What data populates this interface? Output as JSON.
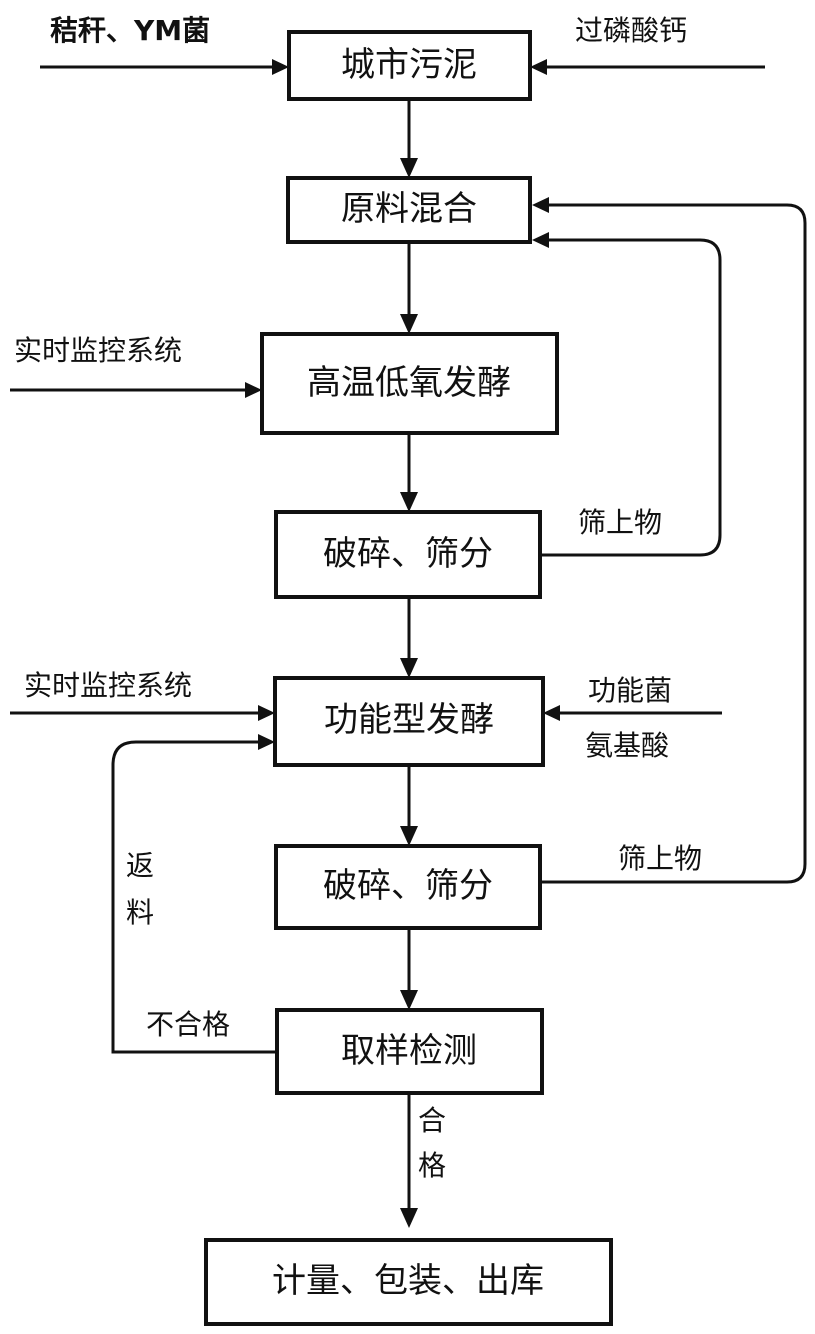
{
  "nodes": {
    "sludge": "城市污泥",
    "mix": "原料混合",
    "ferment1": "高温低氧发酵",
    "crush1": "破碎、筛分",
    "ferment2": "功能型发酵",
    "crush2": "破碎、筛分",
    "sample": "取样检测",
    "output": "计量、包装、出库"
  },
  "labels": {
    "straw_ym": "秸秆、YM菌",
    "superphosphate": "过磷酸钙",
    "monitor1": "实时监控系统",
    "oversize1": "筛上物",
    "monitor2": "实时监控系统",
    "func_bacteria": "功能菌",
    "amino_acid": "氨基酸",
    "oversize2": "筛上物",
    "return_1": "返",
    "return_2": "料",
    "unqualified": "不合格",
    "qualified_1": "合",
    "qualified_2": "格"
  }
}
